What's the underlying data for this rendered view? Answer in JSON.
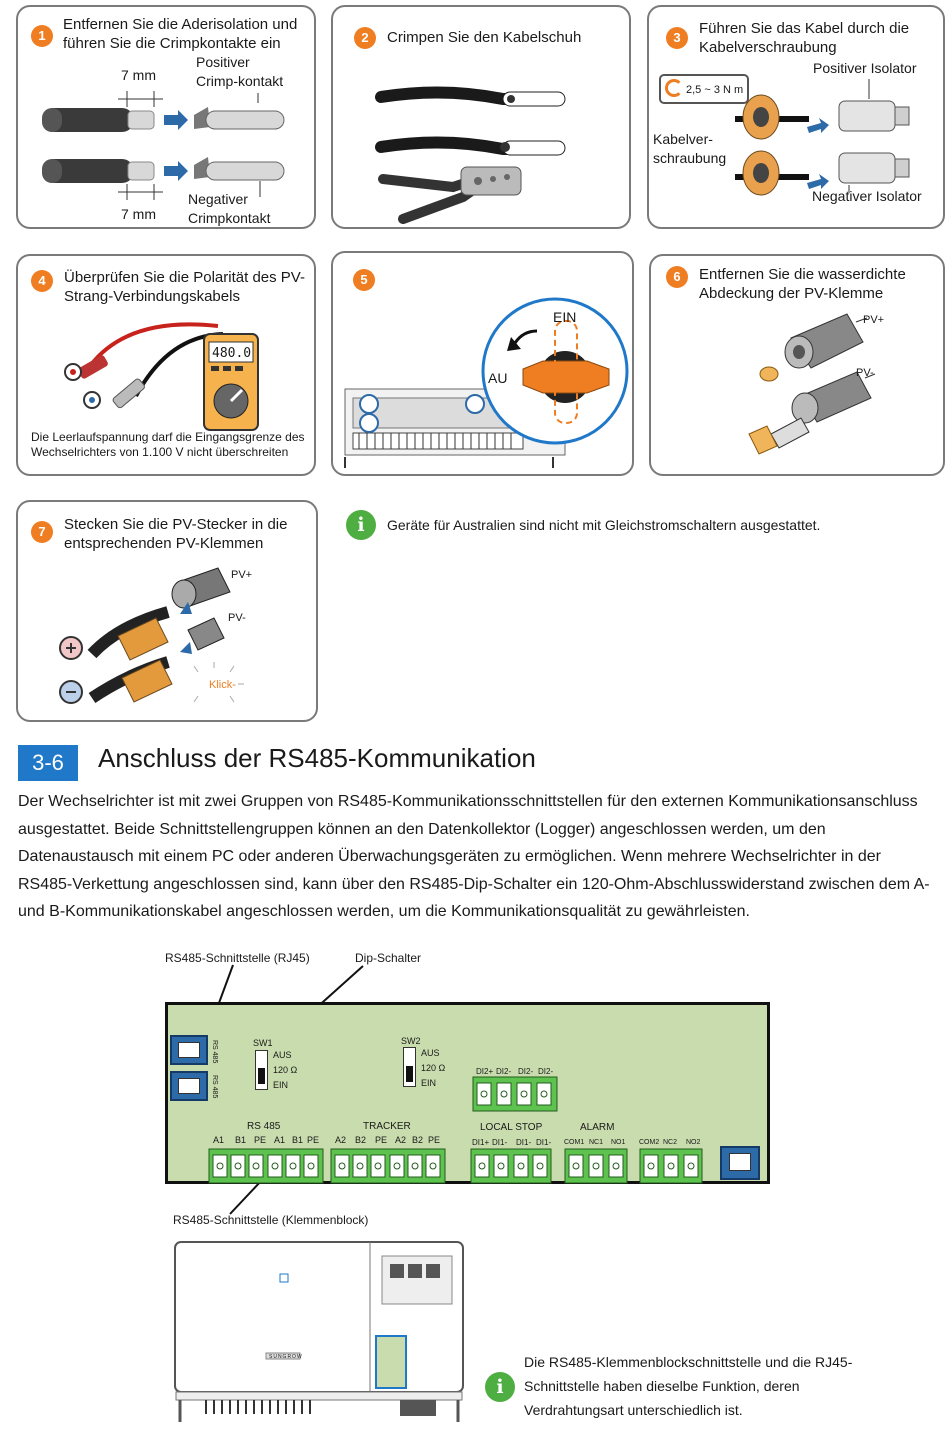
{
  "steps": [
    {
      "num": "1",
      "text": "Entfernen Sie die Aderisolation und führen Sie die Crimpkontakte ein",
      "labels": {
        "mm_top": "7 mm",
        "mm_bottom": "7 mm",
        "pos_line1": "Positiver",
        "pos_line2": "Crimp-kontakt",
        "neg_line1": "Negativer",
        "neg_line2": "Crimpkontakt"
      }
    },
    {
      "num": "2",
      "text": "Crimpen Sie den Kabelschuh"
    },
    {
      "num": "3",
      "text": "Führen Sie das Kabel durch die Kabelverschraubung",
      "labels": {
        "torque": "2,5 ~ 3 N m",
        "pos_iso": "Positiver Isolator",
        "gland_line1": "Kabelver-",
        "gland_line2": "schraubung",
        "neg_iso": "Negativer Isolator"
      }
    },
    {
      "num": "4",
      "text": "Überprüfen Sie die Polarität des PV-Strang-Verbindungskabels",
      "labels": {
        "meter": "480.0",
        "note": "Die Leerlaufspannung darf die Eingangsgrenze des Wechselrichters von 1.100 V nicht überschreiten"
      }
    },
    {
      "num": "5",
      "text": "",
      "labels": {
        "on": "EIN",
        "off": "AU"
      }
    },
    {
      "num": "6",
      "text": "Entfernen Sie die wasserdichte Abdeckung der PV-Klemme",
      "labels": {
        "pv_plus": "PV+",
        "pv_minus": "PV-"
      }
    },
    {
      "num": "7",
      "text": "Stecken Sie die PV-Stecker in die entsprechenden PV-Klemmen",
      "labels": {
        "pv_plus": "PV+",
        "pv_minus": "PV-",
        "click": "Klick-"
      }
    }
  ],
  "australia_note": "Geräte für Australien sind nicht mit Gleichstromschaltern ausgestattet.",
  "section": {
    "number": "3-6",
    "title": "Anschluss der RS485-Kommunikation",
    "paragraph": "Der Wechselrichter ist mit zwei Gruppen von RS485-Kommunikationsschnittstellen für den externen Kommunikationsanschluss ausgestattet. Beide Schnittstellengruppen können an den Datenkollektor (Logger) angeschlossen werden, um den Datenaustausch mit einem PC oder anderen Überwachungsgeräten zu ermöglichen. Wenn mehrere Wechselrichter in der RS485-Verkettung angeschlossen sind, kann über den RS485-Dip-Schalter ein 120-Ohm-Abschlusswiderstand zwischen dem A- und B-Kommunikationskabel angeschlossen werden, um die Kommunikationsqualität zu gewährleisten."
  },
  "diagram": {
    "callout_rj45": "RS485-Schnittstelle (RJ45)",
    "callout_dip": "Dip-Schalter",
    "callout_terminal": "RS485-Schnittstelle (Klemmenblock)",
    "rj45_label": "RS 485",
    "sw1": {
      "name": "SW1",
      "aus": "AUS",
      "ohm": "120 Ω",
      "ein": "EIN"
    },
    "sw2": {
      "name": "SW2",
      "aus": "AUS",
      "ohm": "120 Ω",
      "ein": "EIN"
    },
    "di2_pins": [
      "DI2+",
      "DI2-",
      "DI2-",
      "DI2-"
    ],
    "groups": {
      "rs485": {
        "title": "RS 485",
        "pins": [
          "A1",
          "B1",
          "PE",
          "A1",
          "B1",
          "PE"
        ]
      },
      "tracker": {
        "title": "TRACKER",
        "pins": [
          "A2",
          "B2",
          "PE",
          "A2",
          "B2",
          "PE"
        ]
      },
      "local_stop": {
        "title": "LOCAL STOP",
        "pins": [
          "DI1+",
          "DI1-",
          "DI1-",
          "DI1-"
        ]
      },
      "alarm": {
        "title": "ALARM",
        "pins": [
          "COM1",
          "NC1",
          "NO1",
          "COM2",
          "NC2",
          "NO2"
        ]
      }
    },
    "brand": "SUNGROW"
  },
  "bottom_note": "Die RS485-Klemmenblockschnittstelle und die RJ45-Schnittstelle haben dieselbe Funktion, deren Verdrahtungsart unterschiedlich ist.",
  "colors": {
    "step_orange": "#ef7d22",
    "section_blue": "#1f78c8",
    "pcb_green": "#c9dcae",
    "terminal_green": "#5ec24f",
    "info_green": "#4fae42"
  }
}
